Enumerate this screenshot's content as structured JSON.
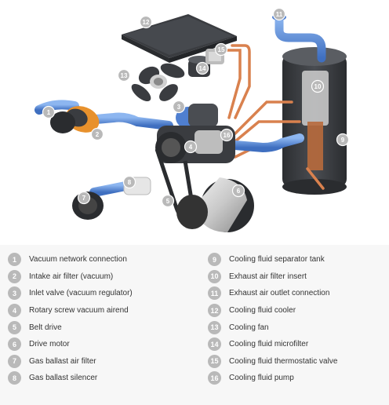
{
  "colors": {
    "badge": "#b9b9b9",
    "pipe_blue": "#5b8ed8",
    "pipe_copper": "#d9814e",
    "machine_dark": "#3a3c40",
    "filter_orange": "#e8912c",
    "legend_background": "#f7f7f7",
    "text": "#333333"
  },
  "callouts": [
    "1",
    "2",
    "3",
    "4",
    "5",
    "6",
    "7",
    "8",
    "9",
    "10",
    "11",
    "12",
    "13",
    "14",
    "15",
    "16"
  ],
  "legend": {
    "left": [
      {
        "num": "1",
        "label": "Vacuum network connection"
      },
      {
        "num": "2",
        "label": "Intake air filter (vacuum)"
      },
      {
        "num": "3",
        "label": "Inlet valve (vacuum regulator)"
      },
      {
        "num": "4",
        "label": "Rotary screw vacuum airend"
      },
      {
        "num": "5",
        "label": "Belt drive"
      },
      {
        "num": "6",
        "label": "Drive motor"
      },
      {
        "num": "7",
        "label": "Gas ballast air filter"
      },
      {
        "num": "8",
        "label": "Gas ballast silencer"
      }
    ],
    "right": [
      {
        "num": "9",
        "label": "Cooling fluid separator tank"
      },
      {
        "num": "10",
        "label": "Exhaust air filter insert"
      },
      {
        "num": "11",
        "label": "Exhaust air outlet connection"
      },
      {
        "num": "12",
        "label": "Cooling fluid cooler"
      },
      {
        "num": "13",
        "label": "Cooling fan"
      },
      {
        "num": "14",
        "label": "Cooling fluid microfilter"
      },
      {
        "num": "15",
        "label": "Cooling fluid thermostatic valve"
      },
      {
        "num": "16",
        "label": "Cooling fluid pump"
      }
    ]
  }
}
